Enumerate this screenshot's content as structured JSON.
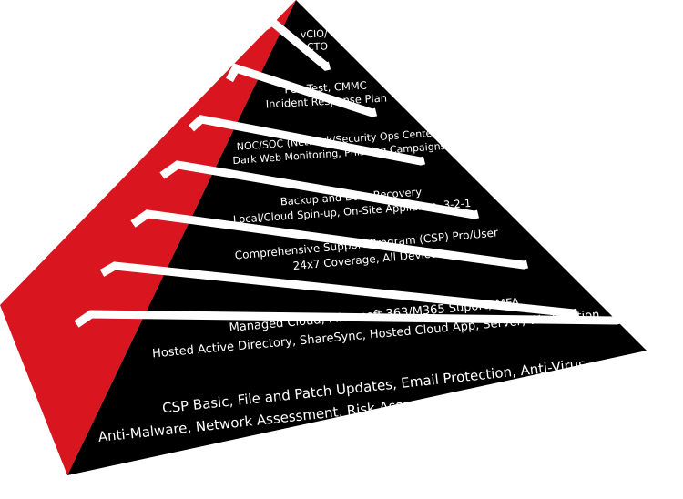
{
  "colors": {
    "dark": "#000000",
    "red": "#d9161f",
    "gap": "#ffffff",
    "text": "#ffffff"
  },
  "tiers": [
    {
      "lines": [
        "vCIO/",
        "vCTO"
      ]
    },
    {
      "lines": [
        "Pen Test, CMMC",
        "Incident Response Plan"
      ]
    },
    {
      "lines": [
        "NOC/SOC (Network/Security Ops Center)",
        "Dark Web Monitoring, Phishing Campaigns"
      ]
    },
    {
      "lines": [
        "Backup and Data Recovery",
        "Local/Cloud Spin-up, On-Site Appliance, 3-2-1"
      ]
    },
    {
      "lines": [
        "Comprehensive Support Program (CSP) Pro/User",
        "24x7 Coverage, All Devices"
      ]
    },
    {
      "lines": [
        "Managed Cloud, Microsoft 363/M365 Suport, MFA",
        "Hosted Active Directory, ShareSync, Hosted Cloud App, Server, Workstation"
      ]
    },
    {
      "lines": [
        "CSP Basic, File and Patch Updates, Email Protection, Anti-Virus",
        "Anti-Malware, Network Assessment, Risk Assessments, Vulnerability Assessments"
      ]
    }
  ]
}
